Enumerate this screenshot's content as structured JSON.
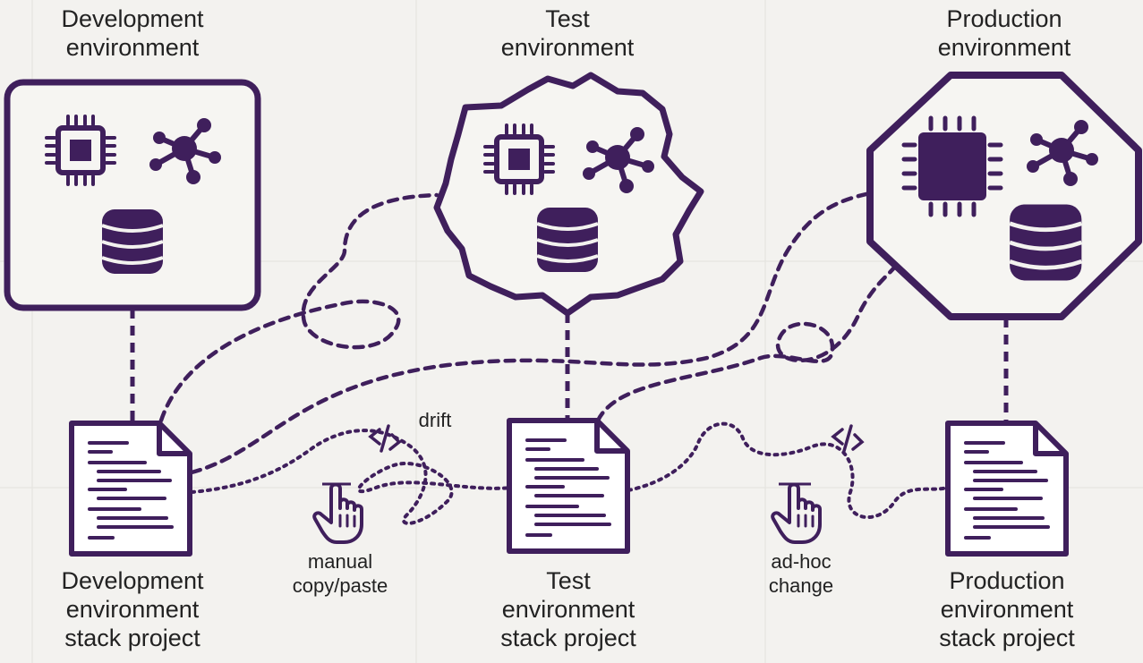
{
  "colors": {
    "accent": "#3f1f5c",
    "background": "#f3f2ef",
    "text": "#222222"
  },
  "environments": [
    {
      "label_lines": [
        "Development",
        "environment"
      ],
      "shape": "square",
      "icons": [
        "cpu-chip-icon",
        "network-hub-icon",
        "database-icon"
      ]
    },
    {
      "label_lines": [
        "Test",
        "environment"
      ],
      "shape": "jagged-blob",
      "icons": [
        "cpu-chip-icon",
        "network-hub-icon",
        "database-icon"
      ]
    },
    {
      "label_lines": [
        "Production",
        "environment"
      ],
      "shape": "octagon",
      "icons": [
        "cpu-chip-icon",
        "network-hub-icon",
        "database-icon"
      ]
    }
  ],
  "stack_projects": [
    {
      "label_lines": [
        "Development",
        "environment",
        "stack project"
      ],
      "icon": "code-document-icon"
    },
    {
      "label_lines": [
        "Test",
        "environment",
        "stack project"
      ],
      "icon": "code-document-icon"
    },
    {
      "label_lines": [
        "Production",
        "environment",
        "stack project"
      ],
      "icon": "code-document-icon"
    }
  ],
  "annotations": {
    "drift": "drift",
    "manual_copy_paste": [
      "manual",
      "copy/paste"
    ],
    "ad_hoc_change": [
      "ad-hoc",
      "change"
    ]
  },
  "annotation_icons": [
    "code-tag-icon",
    "hand-pointer-icon"
  ]
}
